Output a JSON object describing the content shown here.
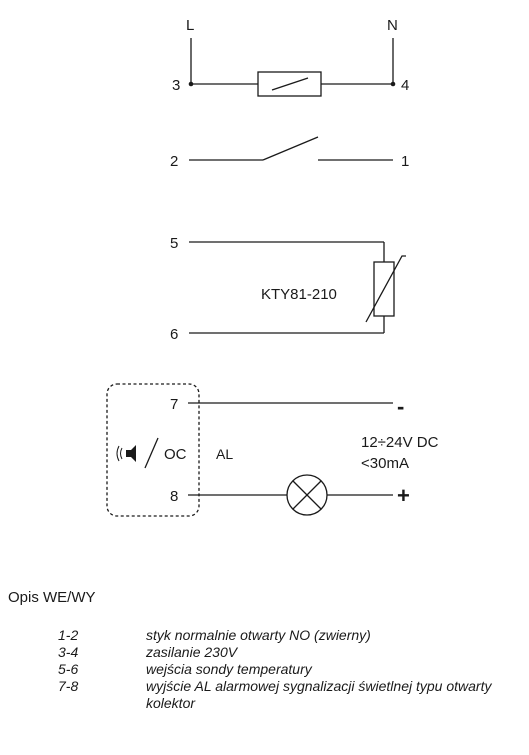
{
  "diagram": {
    "terminal_L": "L",
    "terminal_N": "N",
    "pin_3": "3",
    "pin_4": "4",
    "pin_2": "2",
    "pin_1": "1",
    "pin_5": "5",
    "pin_6": "6",
    "pin_7": "7",
    "pin_8": "8",
    "sensor_label": "KTY81-210",
    "oc_label": "OC",
    "al_label": "AL",
    "minus": "-",
    "plus": "+",
    "supply_voltage": "12÷24V DC",
    "supply_current": "<30mA"
  },
  "description": {
    "title": "Opis WE/WY",
    "rows": [
      {
        "code": "1-2",
        "text": "styk normalnie otwarty NO (zwierny)"
      },
      {
        "code": "3-4",
        "text": "zasilanie 230V"
      },
      {
        "code": "5-6",
        "text": "wejścia sondy temperatury"
      },
      {
        "code": "7-8",
        "text": "wyjście AL alarmowej sygnalizacji świetlnej typu otwarty kolektor"
      }
    ]
  }
}
